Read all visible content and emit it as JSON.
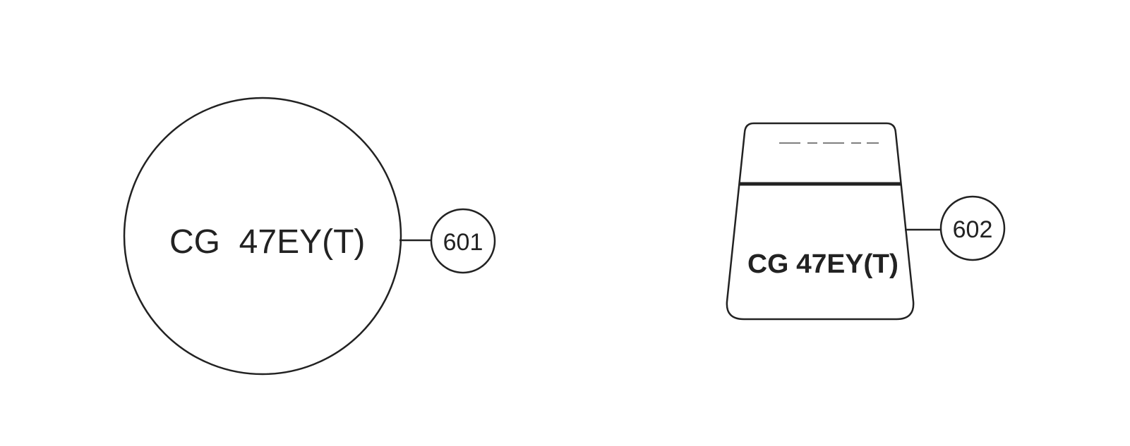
{
  "figure": {
    "round_label": {
      "text": "CG  47EY(T)",
      "reference": "601"
    },
    "tapered_label": {
      "text": "CG 47EY(T)",
      "reference": "602"
    }
  }
}
